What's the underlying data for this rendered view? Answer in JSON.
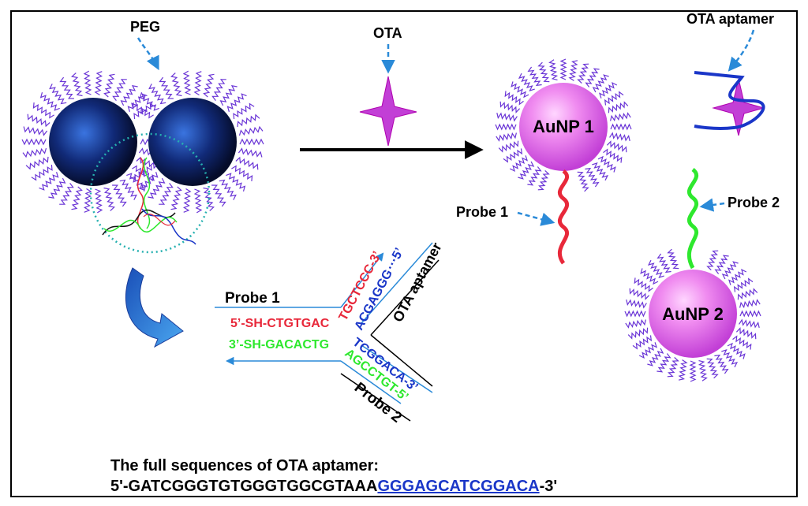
{
  "labels": {
    "peg": "PEG",
    "ota": "OTA",
    "ota_aptamer_top": "OTA  aptamer",
    "aunp1": "AuNP 1",
    "aunp2": "AuNP 2",
    "probe1_right": "Probe 1",
    "probe2_right": "Probe 2",
    "probe1_diagram": "Probe 1",
    "probe2_diagram": "Probe 2",
    "ota_aptamer_diagram": "OTA  aptamer"
  },
  "sequences": {
    "probe1_5prime": "5’-SH-CTGTGAC",
    "probe1_red": "TGCTCCC-3’",
    "aptamer_upper": "ACGAGGG",
    "aptamer_upper_end": "···5’",
    "probe2_3prime": "3’-SH-GACACTG",
    "aptamer_lower": "TCGGACA-3’",
    "probe2_green": "AGCCTGT-5’"
  },
  "caption": {
    "title": "The full sequences of OTA aptamer:",
    "seq_prefix": "5'-GATCGGGTGTGGGTGGCGTAAA",
    "seq_underlined": "GGGAGCATCGGACA",
    "seq_suffix": "-3'"
  },
  "colors": {
    "peg": "#6a35d6",
    "nanoparticle_dark": "#0a1a4a",
    "nanoparticle_light": "#3a74e0",
    "aunp": "#e35fe3",
    "ota_star": "#c23fd6",
    "dashed_arrow": "#2a8ad8",
    "probe1_red": "#e8283a",
    "probe2_green": "#2ee82e",
    "aptamer_blue": "#1a36c8"
  }
}
